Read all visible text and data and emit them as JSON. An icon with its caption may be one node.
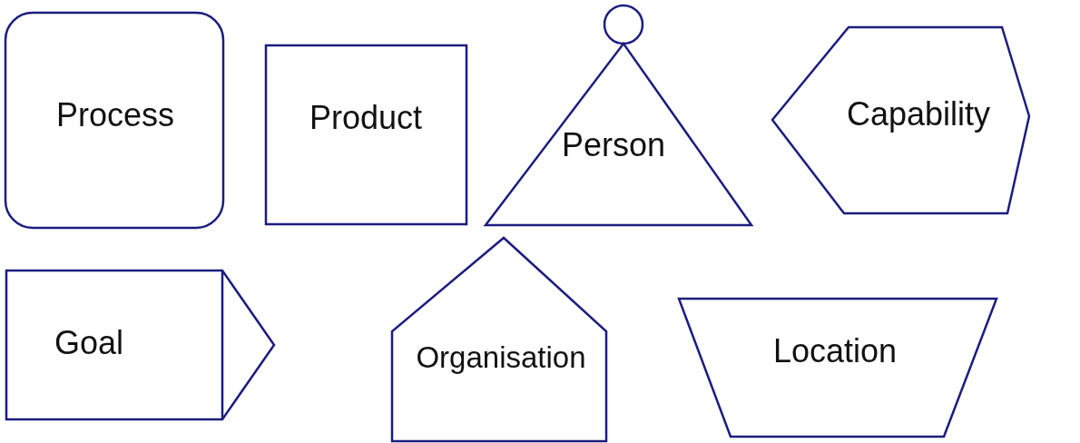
{
  "diagram": {
    "nodes": [
      {
        "text": [
          "Process"
        ]
      },
      {
        "text": [
          "Product"
        ]
      },
      {
        "text": [
          "Person"
        ]
      },
      {
        "text": [
          "Capability"
        ]
      },
      {
        "text": [
          "Goal"
        ]
      },
      {
        "text": [
          "Organisation"
        ]
      },
      {
        "text": [
          "Location"
        ]
      }
    ]
  }
}
